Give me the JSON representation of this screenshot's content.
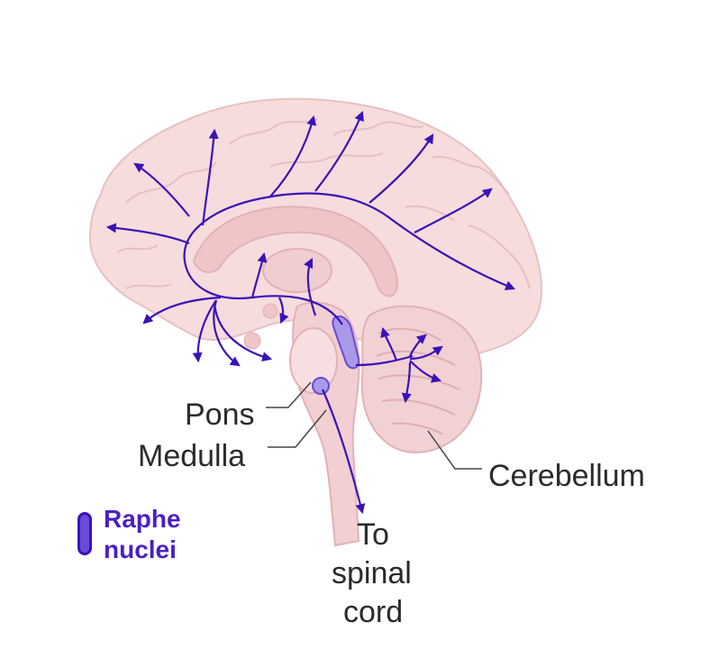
{
  "labels": {
    "pons": "Pons",
    "medulla": "Medulla",
    "cerebellum": "Cerebellum",
    "to_spinal_cord": [
      "To",
      "spinal",
      "cord"
    ]
  },
  "legend": {
    "line1": "Raphe",
    "line2": "nuclei"
  },
  "colors": {
    "brain_fill": "#f6dcdc",
    "brain_stroke": "#e7c1c4",
    "pathway": "#3a13b8",
    "raphe_fill": "#a99ae8",
    "label_text": "#2b2b2b",
    "legend_text": "#4a1fc7"
  }
}
